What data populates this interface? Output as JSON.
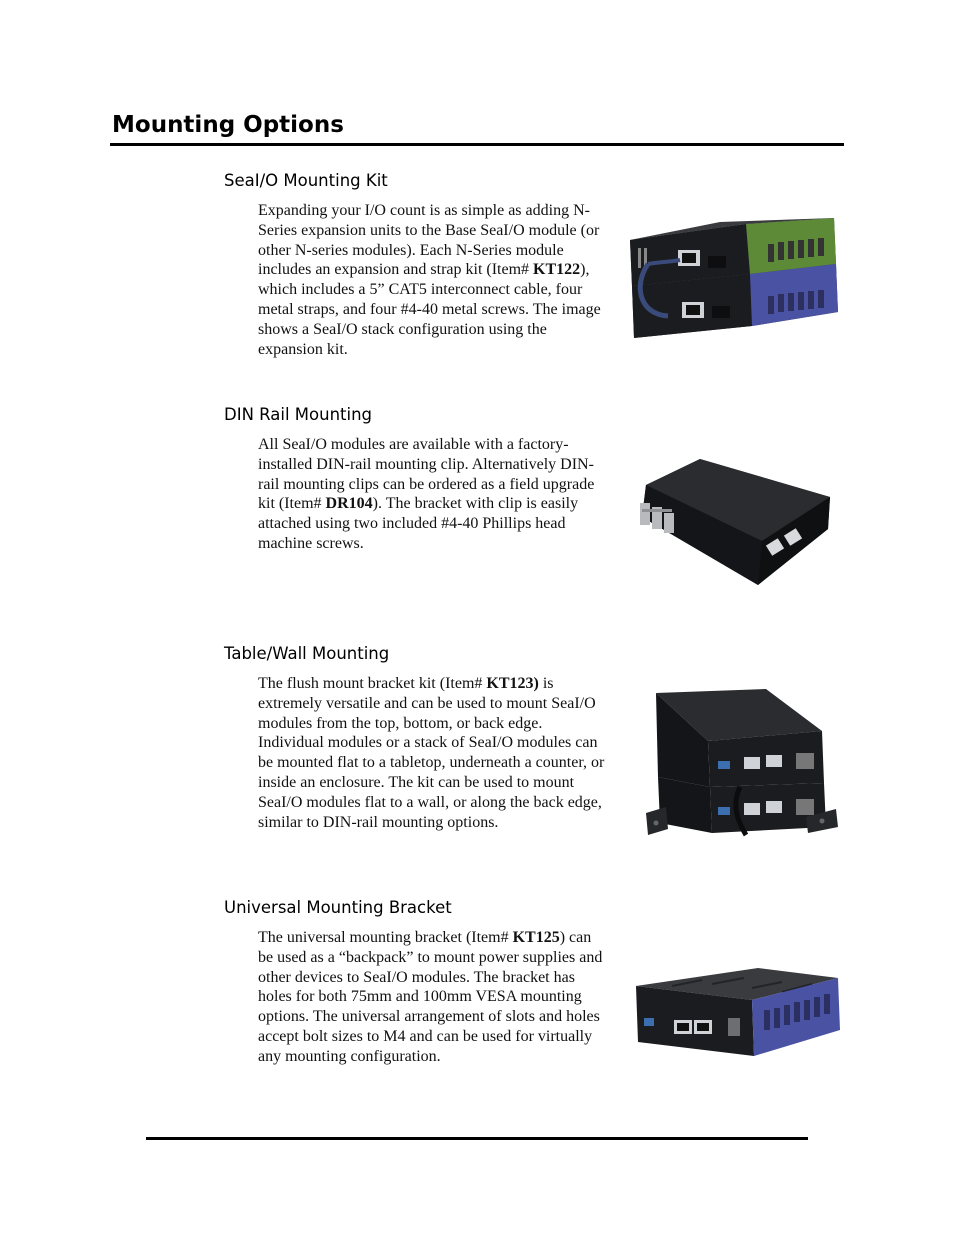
{
  "page_title": "Mounting Options",
  "sections": [
    {
      "heading": "SeaI/O Mounting Kit",
      "body": [
        {
          "text": "Expanding your I/O count is as simple as adding N-Series expansion units to the Base SeaI/O module (or other N-series modules).  Each N-Series module includes an expansion and strap kit (Item# "
        },
        {
          "text": "KT122",
          "bold": true
        },
        {
          "text": "), which includes a 5” CAT5 interconnect cable, four metal straps, and four #4-40 metal screws.  The image shows a SeaI/O stack configuration using the expansion kit."
        }
      ],
      "image_icon": "stacked-seaio-modules-photo"
    },
    {
      "heading": "DIN Rail Mounting",
      "body": [
        {
          "text": "All SeaI/O modules are available with a factory-installed DIN-rail mounting clip. Alternatively DIN-rail mounting clips can be ordered as a field upgrade kit (Item# "
        },
        {
          "text": "DR104",
          "bold": true
        },
        {
          "text": "). The bracket with clip is easily attached using two included #4-40 Phillips head machine screws."
        }
      ],
      "image_icon": "din-rail-module-photo"
    },
    {
      "heading": "Table/Wall Mounting",
      "body": [
        {
          "text": "The flush mount bracket kit (Item# "
        },
        {
          "text": "KT123)",
          "bold": true
        },
        {
          "text": " is extremely versatile and can be used to mount SeaI/O modules from the top, bottom, or back edge. Individual modules or a stack of SeaI/O modules can be mounted flat to a tabletop, underneath a counter, or inside an enclosure. The kit can be used to mount SeaI/O modules flat to a wall, or along the back edge, similar to DIN-rail mounting options."
        }
      ],
      "image_icon": "flush-mount-bracket-photo"
    },
    {
      "heading": "Universal Mounting Bracket",
      "body": [
        {
          "text": "The universal mounting bracket (Item# "
        },
        {
          "text": "KT125",
          "bold": true
        },
        {
          "text": ") can be used as a “backpack” to mount power supplies and other devices to SeaI/O modules. The bracket has holes for both 75mm and 100mm VESA mounting options.  The universal arrangement of slots and holes accept bolt sizes to M4 and can be used for virtually any mounting configuration."
        }
      ],
      "image_icon": "universal-bracket-photo"
    }
  ],
  "colors": {
    "enclosure_black": "#1b1c1f",
    "green_label": "#5d8a37",
    "blue_label": "#4a52a3",
    "rule": "#000000"
  }
}
